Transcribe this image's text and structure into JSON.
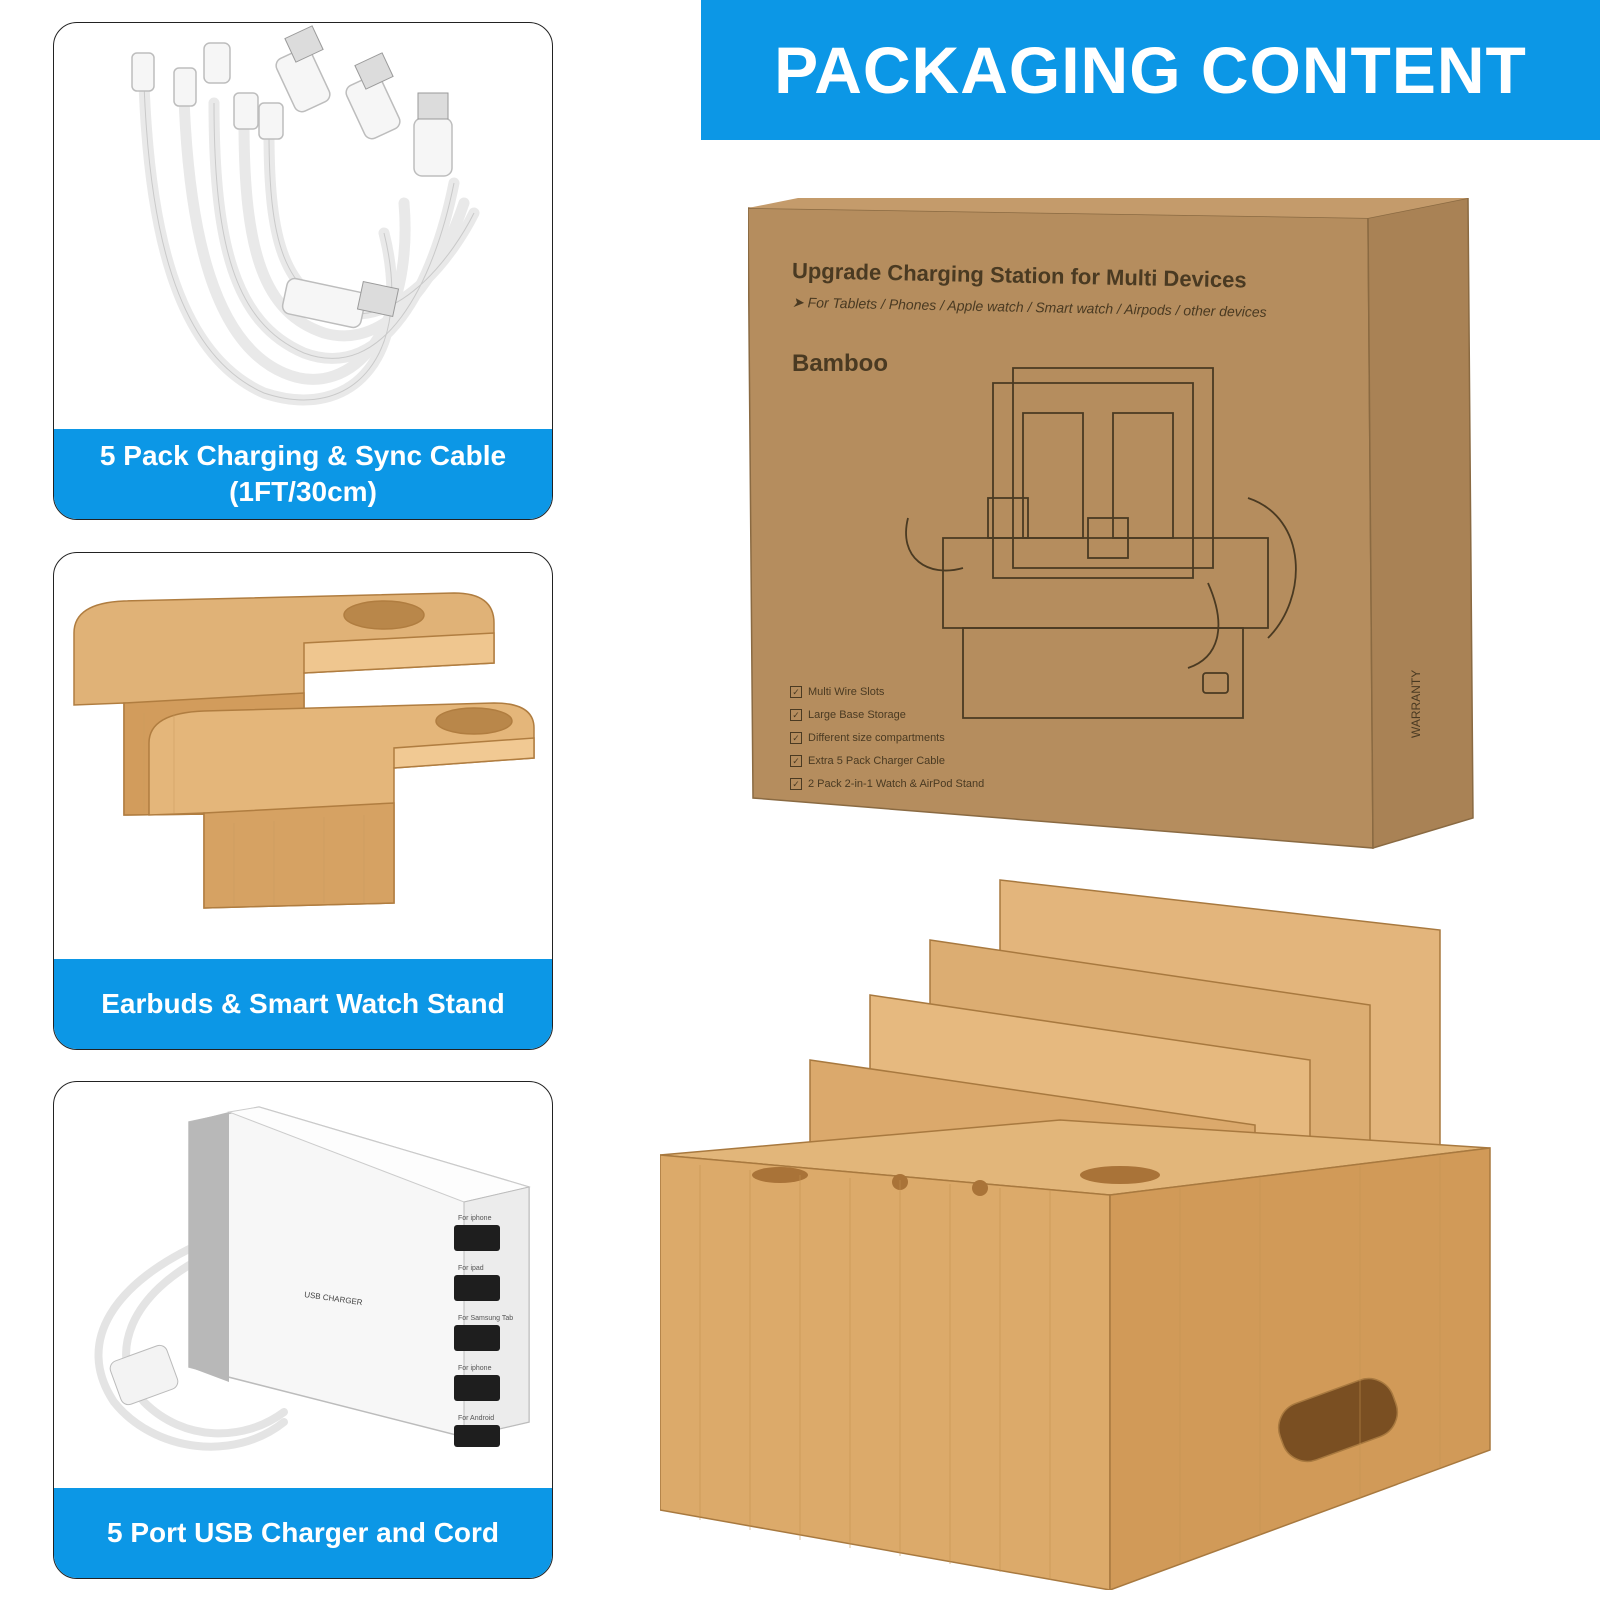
{
  "banner": {
    "title": "PACKAGING CONTENT"
  },
  "items": [
    {
      "line1": "5 Pack Charging & Sync Cable",
      "line2": "(1FT/30cm)"
    },
    {
      "line1": "Earbuds & Smart Watch Stand",
      "line2": ""
    },
    {
      "line1": "5 Port USB Charger and Cord",
      "line2": ""
    }
  ],
  "box": {
    "title": "Upgrade Charging Station for Multi Devices",
    "subtitle": "➤ For Tablets / Phones / Apple watch / Smart watch / Airpods / other devices",
    "brand": "Bamboo",
    "features": [
      "Multi Wire Slots",
      "Large Base Storage",
      "Different size compartments",
      "Extra 5 Pack Charger Cable",
      "2 Pack 2-in-1 Watch & AirPod Stand"
    ],
    "warranty": "WARRANTY"
  },
  "charger": {
    "label": "USB CHARGER",
    "ports": [
      "For iphone",
      "For ipad",
      "For Samsung Tab",
      "For iphone",
      "For Android"
    ]
  },
  "colors": {
    "accent": "#0c97e6",
    "cardboard": "#b38c5d",
    "bamboo": "#d9ad72"
  }
}
